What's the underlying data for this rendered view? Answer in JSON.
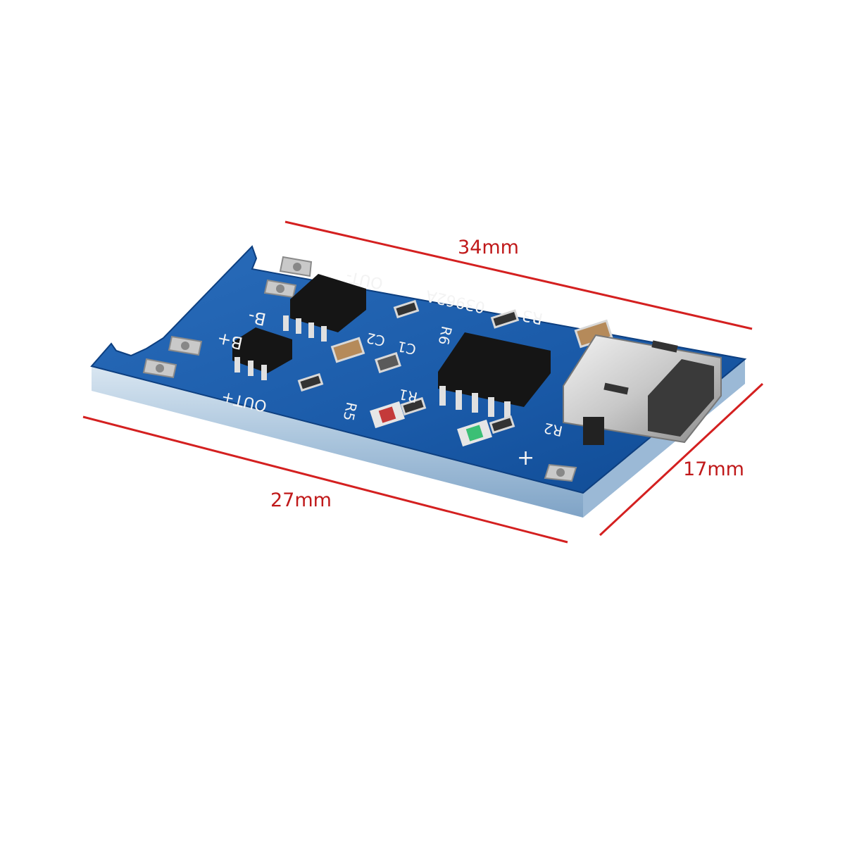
{
  "dimensions": {
    "length": "34mm",
    "depth": "17mm",
    "width": "27mm"
  },
  "silkscreen": {
    "out_minus": "OUT-",
    "out_plus": "OUT+",
    "b_minus": "B-",
    "b_plus": "B+",
    "code": "03962A",
    "r1": "R1",
    "r2": "R2",
    "r3": "R3",
    "r5": "R5",
    "r6": "R6",
    "c1": "C1",
    "c2": "C2",
    "plus": "+"
  },
  "colors": {
    "dimension_line": "#d42020",
    "pcb": "#1c5fae",
    "pcb_edge": "#8fb6d8",
    "pad": "#c9c9c9",
    "chip": "#151515"
  }
}
